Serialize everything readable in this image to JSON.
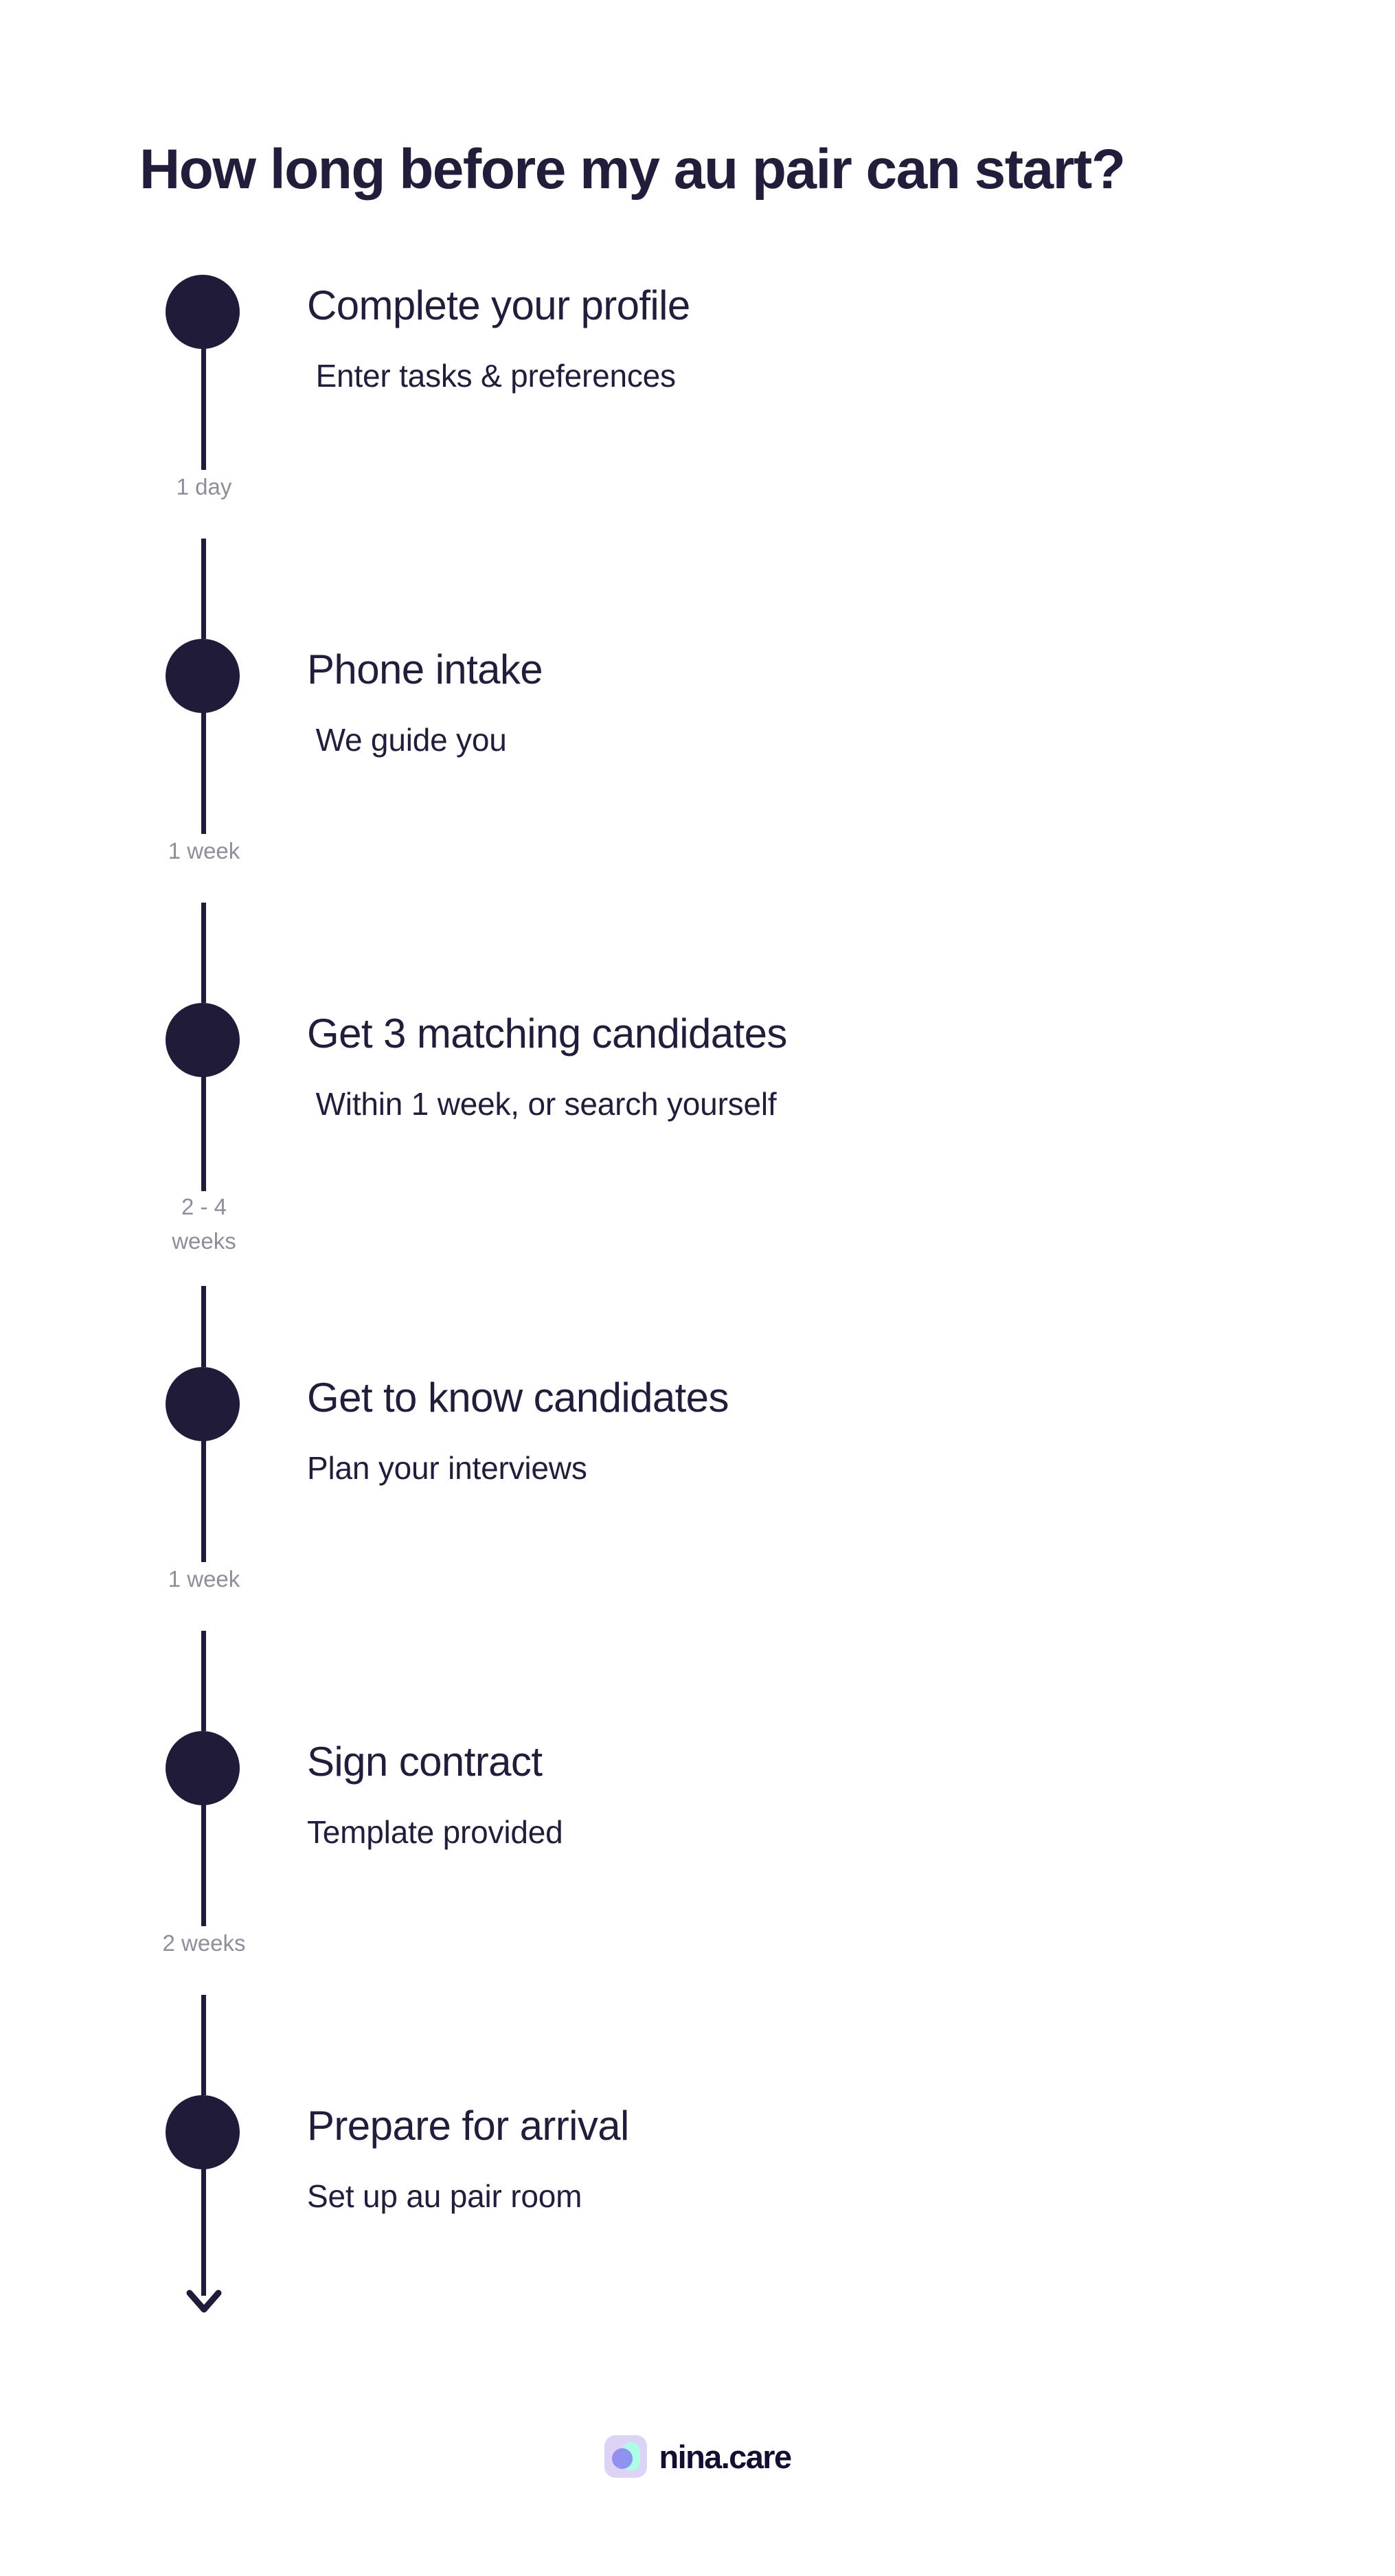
{
  "title": "How long before my au pair can start?",
  "colors": {
    "ink": "#221D3A",
    "node": "#201B38",
    "muted": "#8E8E9B",
    "logo_lavender": "#DCD3F7",
    "logo_mint": "#AFFCE8",
    "logo_periwinkle": "#8B8AF0",
    "background": "#FFFFFF"
  },
  "steps": [
    {
      "heading": "Complete your profile",
      "subtitle": " Enter tasks & preferences",
      "duration": "1 day"
    },
    {
      "heading": "Phone intake",
      "subtitle": " We guide you",
      "duration": "1 week"
    },
    {
      "heading": "Get 3 matching candidates",
      "subtitle": " Within 1 week, or search yourself",
      "duration": "2 - 4\nweeks"
    },
    {
      "heading": "Get to know candidates",
      "subtitle": "Plan your interviews",
      "duration": "1 week"
    },
    {
      "heading": "Sign contract",
      "subtitle": "Template provided",
      "duration": "2 weeks"
    },
    {
      "heading": "Prepare for arrival",
      "subtitle": "Set up au pair room",
      "duration": ""
    }
  ],
  "footer": {
    "brand": "nina.care"
  }
}
